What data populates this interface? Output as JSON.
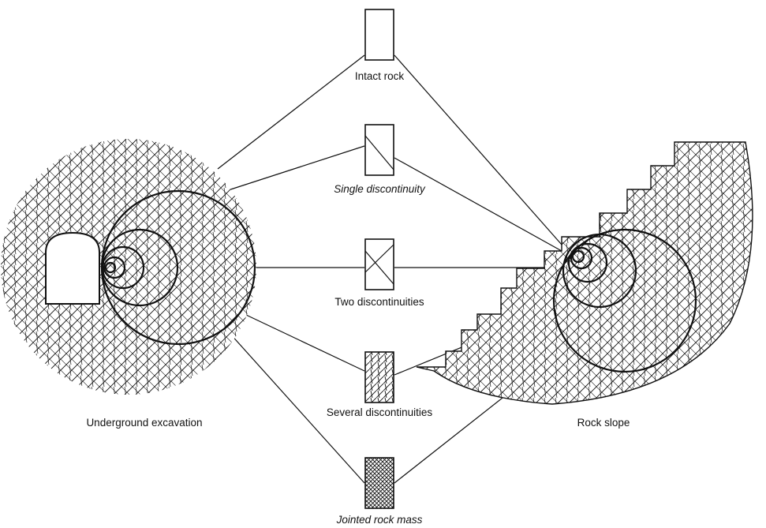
{
  "diagram": {
    "left_label": "Underground excavation",
    "right_label": "Rock slope",
    "samples": [
      {
        "label": "Intact rock",
        "style": "normal"
      },
      {
        "label": "Single discontinuity",
        "style": "italic"
      },
      {
        "label": "Two discontinuities",
        "style": "normal"
      },
      {
        "label": "Several discontinuities",
        "style": "normal"
      },
      {
        "label": "Jointed rock mass",
        "style": "italic"
      }
    ]
  },
  "colors": {
    "ink": "#111111",
    "paper": "#ffffff"
  }
}
